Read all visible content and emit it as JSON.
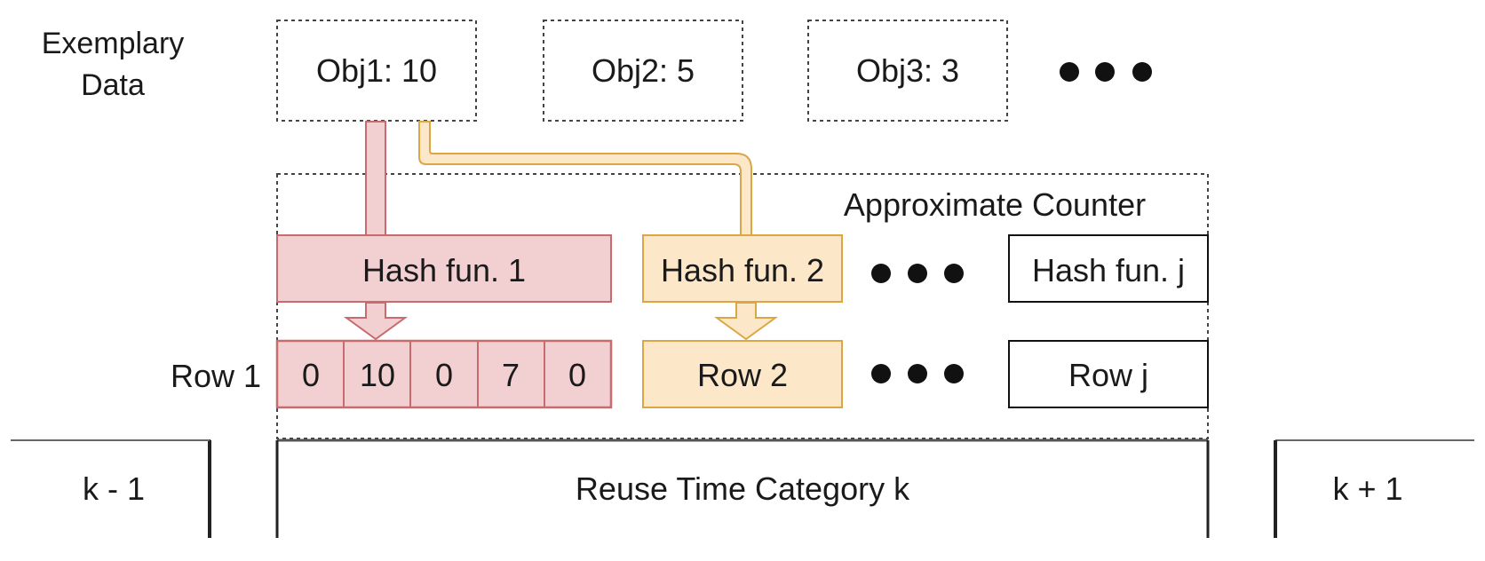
{
  "exemplary_label": [
    "Exemplary",
    "Data"
  ],
  "objects": [
    "Obj1: 10",
    "Obj2: 5",
    "Obj3: 3"
  ],
  "approx_counter_label": "Approximate Counter",
  "hash_functions": [
    "Hash fun. 1",
    "Hash fun. 2",
    "Hash fun. j"
  ],
  "row1_label": "Row 1",
  "row1_cells": [
    "0",
    "10",
    "0",
    "7",
    "0"
  ],
  "row2_label": "Row 2",
  "rowj_label": "Row j",
  "categories": {
    "prev": "k - 1",
    "current": "Reuse Time Category k",
    "next": "k + 1"
  },
  "colors": {
    "red_fill": "#f2cfd0",
    "red_stroke": "#c76b6e",
    "yellow_fill": "#fce8c8",
    "yellow_stroke": "#dba744",
    "ink": "#1a1a1a"
  }
}
